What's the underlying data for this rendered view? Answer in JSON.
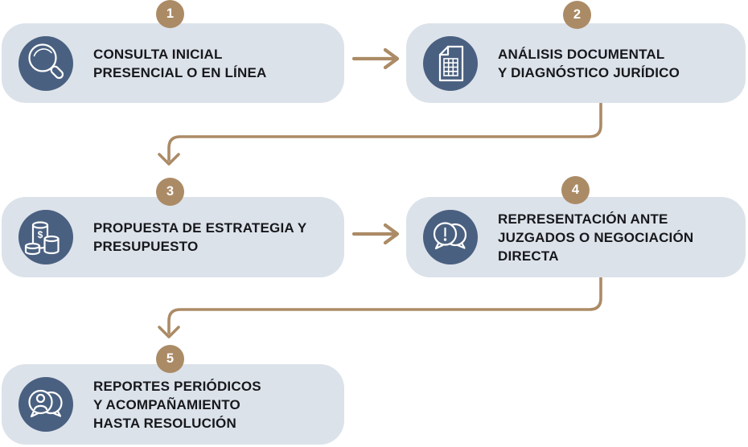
{
  "colors": {
    "background": "#ffffff",
    "card_bg": "#dce2ea",
    "icon_circle": "#4a6080",
    "accent": "#ab8b66",
    "text": "#17181c",
    "icon_stroke": "#ffffff",
    "badge_text": "#ffffff"
  },
  "steps": [
    {
      "number": "1",
      "title": "CONSULTA INICIAL\nPRESENCIAL O EN LÍNEA",
      "icon": "magnifier-icon"
    },
    {
      "number": "2",
      "title": "ANÁLISIS DOCUMENTAL\nY DIAGNÓSTICO JURÍDICO",
      "icon": "document-icon"
    },
    {
      "number": "3",
      "title": "PROPUESTA DE ESTRATEGIA Y\nPRESUPUESTO",
      "icon": "coins-icon"
    },
    {
      "number": "4",
      "title": "REPRESENTACIÓN ANTE\nJUZGADOS O NEGOCIACIÓN\nDIRECTA",
      "icon": "speech-bubble-alert-icon"
    },
    {
      "number": "5",
      "title": "REPORTES PERIÓDICOS\nY ACOMPAÑAMIENTO\nHASTA RESOLUCIÓN",
      "icon": "speech-bubble-person-icon"
    }
  ]
}
